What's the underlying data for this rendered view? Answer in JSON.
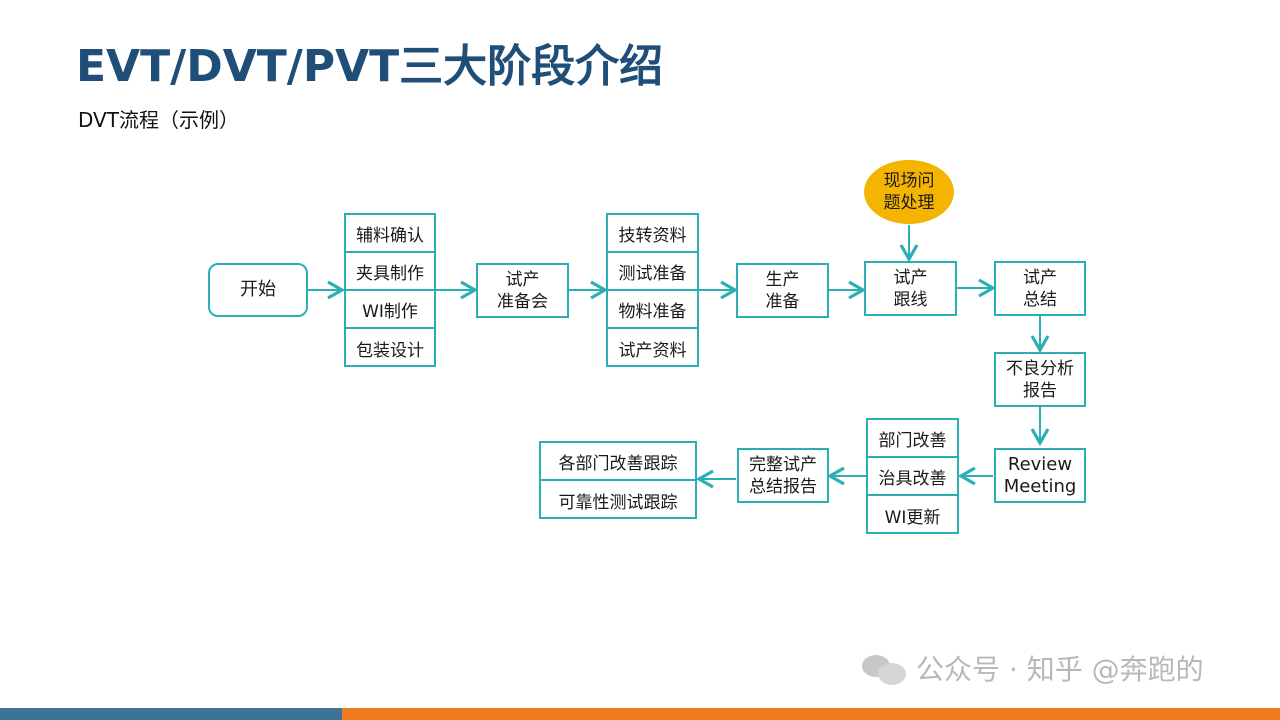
{
  "title": "EVT/DVT/PVT三大阶段介绍",
  "subtitle": "DVT流程（示例）",
  "diagram": {
    "start": "开始",
    "prep_items": [
      "辅料确认",
      "夹具制作",
      "WI制作",
      "包装设计"
    ],
    "meeting": "试产\n准备会",
    "prep2_items": [
      "技转资料",
      "测试准备",
      "物料准备",
      "试产资料"
    ],
    "production_prep": "生产\n准备",
    "issue_handling": "现场问\n题处理",
    "follow_up": "试产\n跟线",
    "summary": "试产\n总结",
    "defect_report": "不良分析\n报告",
    "review": "Review\nMeeting",
    "improvements": [
      "部门改善",
      "治具改善",
      "WI更新"
    ],
    "full_report": "完整试产\n总结报告",
    "tracking": [
      "各部门改善跟踪",
      "可靠性测试跟踪"
    ]
  },
  "colors": {
    "title": "#1f4e79",
    "box_border": "#2ab0b4",
    "arrow": "#2ab0b4",
    "highlight_circle": "#f5b400",
    "bottom_bar_left": "#3d7394",
    "bottom_bar_right": "#f07c1f"
  },
  "watermark": {
    "icon": "wechat-icon",
    "text": "公众号 · 知乎 @奔跑的"
  }
}
